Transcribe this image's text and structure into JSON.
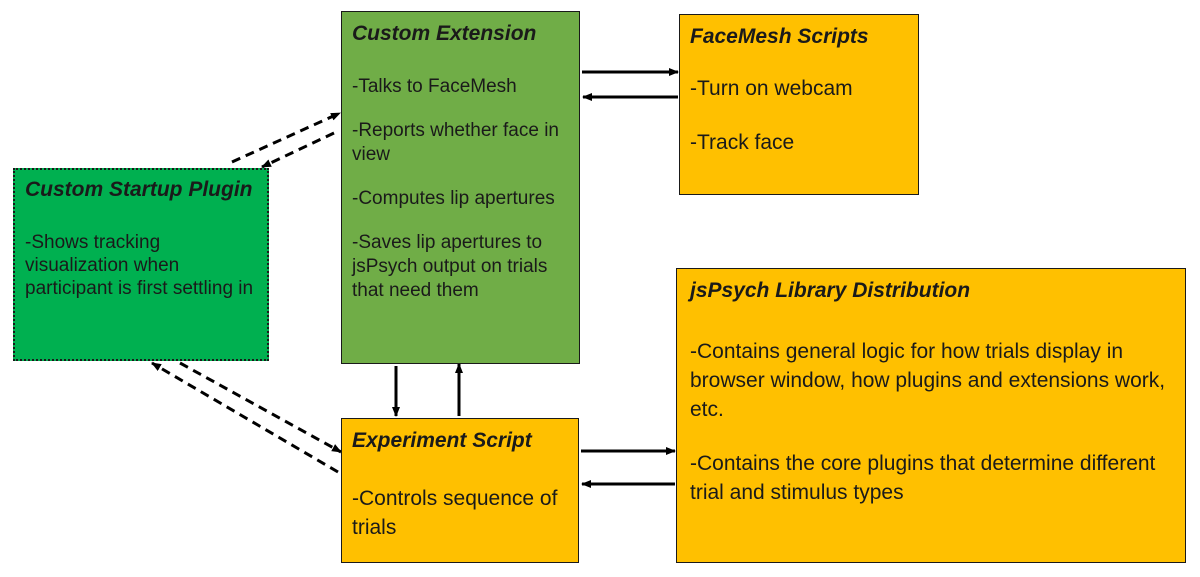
{
  "boxes": {
    "custom_extension": {
      "title": "Custom Extension",
      "items": [
        "-Talks to FaceMesh",
        "-Reports whether face in view",
        "-Computes lip apertures",
        "-Saves lip apertures to jsPsych output on trials that need them"
      ]
    },
    "facemesh_scripts": {
      "title": "FaceMesh Scripts",
      "items": [
        "-Turn on webcam",
        "-Track face"
      ]
    },
    "custom_startup_plugin": {
      "title": "Custom Startup Plugin",
      "items": [
        "-Shows tracking visualization when participant is first settling in"
      ]
    },
    "experiment_script": {
      "title": "Experiment Script",
      "items": [
        "-Controls sequence of trials"
      ]
    },
    "jspsych_library": {
      "title": "jsPsych Library Distribution",
      "items": [
        "-Contains general logic for how trials display in browser window, how plugins and extensions work, etc.",
        "-Contains the core plugins that determine different trial and stimulus types"
      ]
    }
  },
  "colors": {
    "extension_fill": "#70ad47",
    "startup_fill": "#00b050",
    "orange_fill": "#ffc000",
    "stroke": "#1a1a1a"
  }
}
